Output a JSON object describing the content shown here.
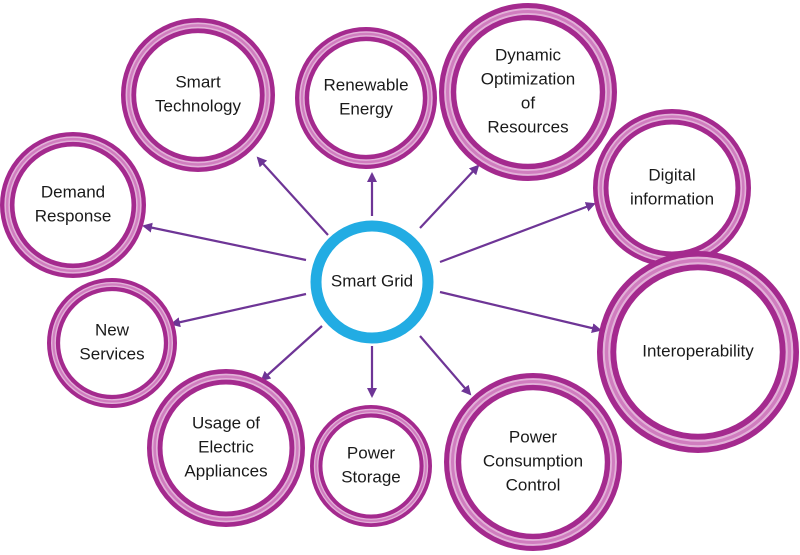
{
  "diagram": {
    "hub": {
      "label": [
        "Smart Grid"
      ]
    },
    "nodes": [
      {
        "id": "smart-technology",
        "label": [
          "Smart",
          "Technology"
        ]
      },
      {
        "id": "renewable-energy",
        "label": [
          "Renewable",
          "Energy"
        ]
      },
      {
        "id": "dynamic-optimization-of-resources",
        "label": [
          "Dynamic",
          "Optimization",
          "of",
          "Resources"
        ]
      },
      {
        "id": "digital-information",
        "label": [
          "Digital",
          "information"
        ]
      },
      {
        "id": "interoperability",
        "label": [
          "Interoperability"
        ]
      },
      {
        "id": "power-consumption-control",
        "label": [
          "Power",
          "Consumption",
          "Control"
        ]
      },
      {
        "id": "power-storage",
        "label": [
          "Power",
          "Storage"
        ]
      },
      {
        "id": "usage-of-electric-appliances",
        "label": [
          "Usage of",
          "Electric",
          "Appliances"
        ]
      },
      {
        "id": "new-services",
        "label": [
          "New",
          "Services"
        ]
      },
      {
        "id": "demand-response",
        "label": [
          "Demand",
          "Response"
        ]
      }
    ]
  },
  "colors": {
    "ring_outer": "#a42a8e",
    "ring_mid": "#c867b4",
    "ring_light": "#efc9e6",
    "hub_ring": "#22ace3",
    "arrow": "#6e3596"
  }
}
